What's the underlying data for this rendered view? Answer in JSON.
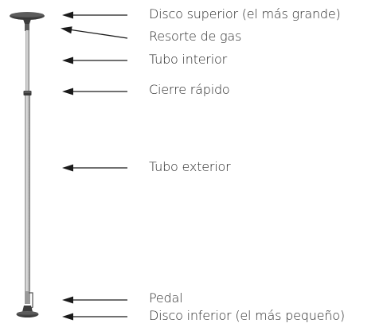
{
  "colors": {
    "line": "#1a1a1a",
    "text": "#2a2a2a",
    "tube_light": "#d8d8d8",
    "tube_mid": "#b4b4b4",
    "tube_dark": "#8a8a8a",
    "disc_dark": "#4a4a4a"
  },
  "labels": {
    "top_disc": "Disco superior (el más grande)",
    "gas_spring": "Resorte de gas",
    "inner_tube": "Tubo interior",
    "quick_lock": "Cierre rápido",
    "outer_tube": "Tubo exterior",
    "pedal": "Pedal",
    "bottom_disc": "Disco inferior (el más pequeño)"
  }
}
